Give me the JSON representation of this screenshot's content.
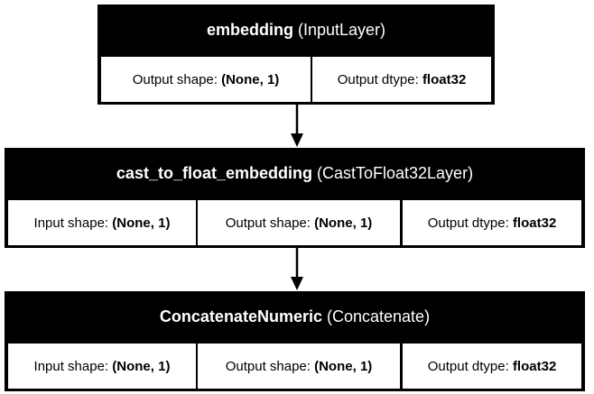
{
  "layers": [
    {
      "name": "embedding",
      "type": "(InputLayer)",
      "fields": [
        {
          "label": "Output shape:",
          "value": "(None, 1)"
        },
        {
          "label": "Output dtype:",
          "value": "float32"
        }
      ]
    },
    {
      "name": "cast_to_float_embedding",
      "type": "(CastToFloat32Layer)",
      "fields": [
        {
          "label": "Input shape:",
          "value": "(None, 1)"
        },
        {
          "label": "Output shape:",
          "value": "(None, 1)"
        },
        {
          "label": "Output dtype:",
          "value": "float32"
        }
      ]
    },
    {
      "name": "ConcatenateNumeric",
      "type": "(Concatenate)",
      "fields": [
        {
          "label": "Input shape:",
          "value": "(None, 1)"
        },
        {
          "label": "Output shape:",
          "value": "(None, 1)"
        },
        {
          "label": "Output dtype:",
          "value": "float32"
        }
      ]
    }
  ],
  "colors": {
    "box": "#000000",
    "cell": "#ffffff",
    "header_text": "#ffffff",
    "arrow": "#000000"
  }
}
